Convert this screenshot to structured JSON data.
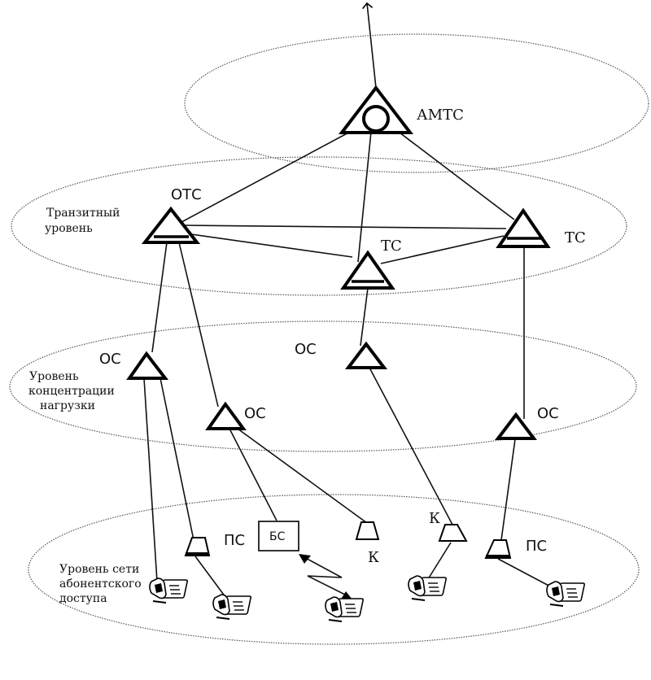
{
  "diagram": {
    "title": "Hierarchical telephone network structure",
    "layers": [
      {
        "id": "long-distance",
        "label_lines": []
      },
      {
        "id": "transit",
        "label_lines": [
          "Транзитный",
          "уровень"
        ]
      },
      {
        "id": "concentration",
        "label_lines": [
          "Уровень",
          "концентрации",
          "нагрузки"
        ]
      },
      {
        "id": "access",
        "label_lines": [
          "Уровень сети",
          "абонентского",
          "доступа"
        ]
      }
    ],
    "nodes": {
      "amts": "АМТС",
      "ots": "ОТС",
      "ts_center": "ТС",
      "ts_right": "ТС",
      "os_left": "ОС",
      "os_mid_left": "ОС",
      "os_center": "ОС",
      "os_right": "ОС",
      "ps_left": "ПС",
      "bs": "БС",
      "k_center": "К",
      "k_right": "К",
      "ps_right": "ПС"
    },
    "edges": [
      [
        "amts",
        "uplink"
      ],
      [
        "amts",
        "ots"
      ],
      [
        "amts",
        "ts_center"
      ],
      [
        "amts",
        "ts_right"
      ],
      [
        "ots",
        "ts_center"
      ],
      [
        "ots",
        "ts_right"
      ],
      [
        "ts_center",
        "ts_right"
      ],
      [
        "ots",
        "os_left"
      ],
      [
        "ots",
        "os_mid_left"
      ],
      [
        "ts_center",
        "os_center"
      ],
      [
        "ts_right",
        "os_right"
      ],
      [
        "os_left",
        "phone_1"
      ],
      [
        "os_left",
        "ps_left"
      ],
      [
        "ps_left",
        "phone_2"
      ],
      [
        "os_mid_left",
        "bs"
      ],
      [
        "os_mid_left",
        "k_center"
      ],
      [
        "bs",
        "phone_3",
        "wireless"
      ],
      [
        "os_center",
        "k_right"
      ],
      [
        "k_right",
        "phone_4"
      ],
      [
        "os_right",
        "ps_right"
      ],
      [
        "ps_right",
        "phone_5"
      ]
    ],
    "terminals": [
      "phone_1",
      "phone_2",
      "phone_3",
      "phone_4",
      "phone_5"
    ]
  }
}
